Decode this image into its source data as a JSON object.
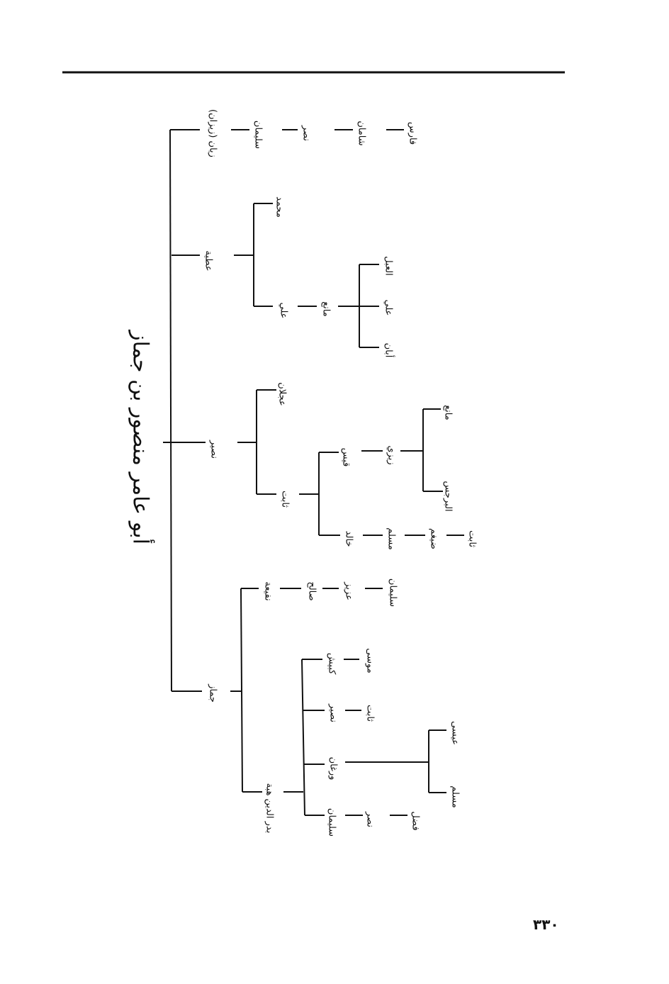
{
  "title": "أبو عامر منصور بن جماز",
  "page_number": "٣٣٠",
  "tree": {
    "b1": {
      "name": "زيان (زيزان)",
      "c1": "سليمان",
      "c2": "نصر",
      "c3": "شامان",
      "c4": "فارس"
    },
    "b2": {
      "name": "عطية",
      "c_top": "محمد",
      "c_bot": "علي",
      "g": "مانع",
      "gg1": "العبل",
      "gg2": "علي",
      "gg3": "أبان"
    },
    "b3": {
      "name": "نصير",
      "c_top": "عجلان",
      "c_bot": "ثابت",
      "q": "قيس",
      "q1": "زيزي",
      "q1a": "مانع",
      "q1b": "البرجس",
      "k": "خالد",
      "k1": "مسلم",
      "k2": "ضيغم",
      "k3": "ثابت"
    },
    "b4": {
      "name": "جماز",
      "n": "نفيعة",
      "n1": "صالح",
      "n2": "عزيز",
      "n3": "سليمان",
      "h": "بدر الدين هبة",
      "h1": "كبيش",
      "h1a": "موسى",
      "h2": "نصير",
      "h2a": "ثابت",
      "h3": "ورغان",
      "h3a": "عيسى",
      "h3b": "مسلم",
      "h4": "سليمان",
      "h4a": "نصر",
      "h4b": "فضل"
    }
  }
}
